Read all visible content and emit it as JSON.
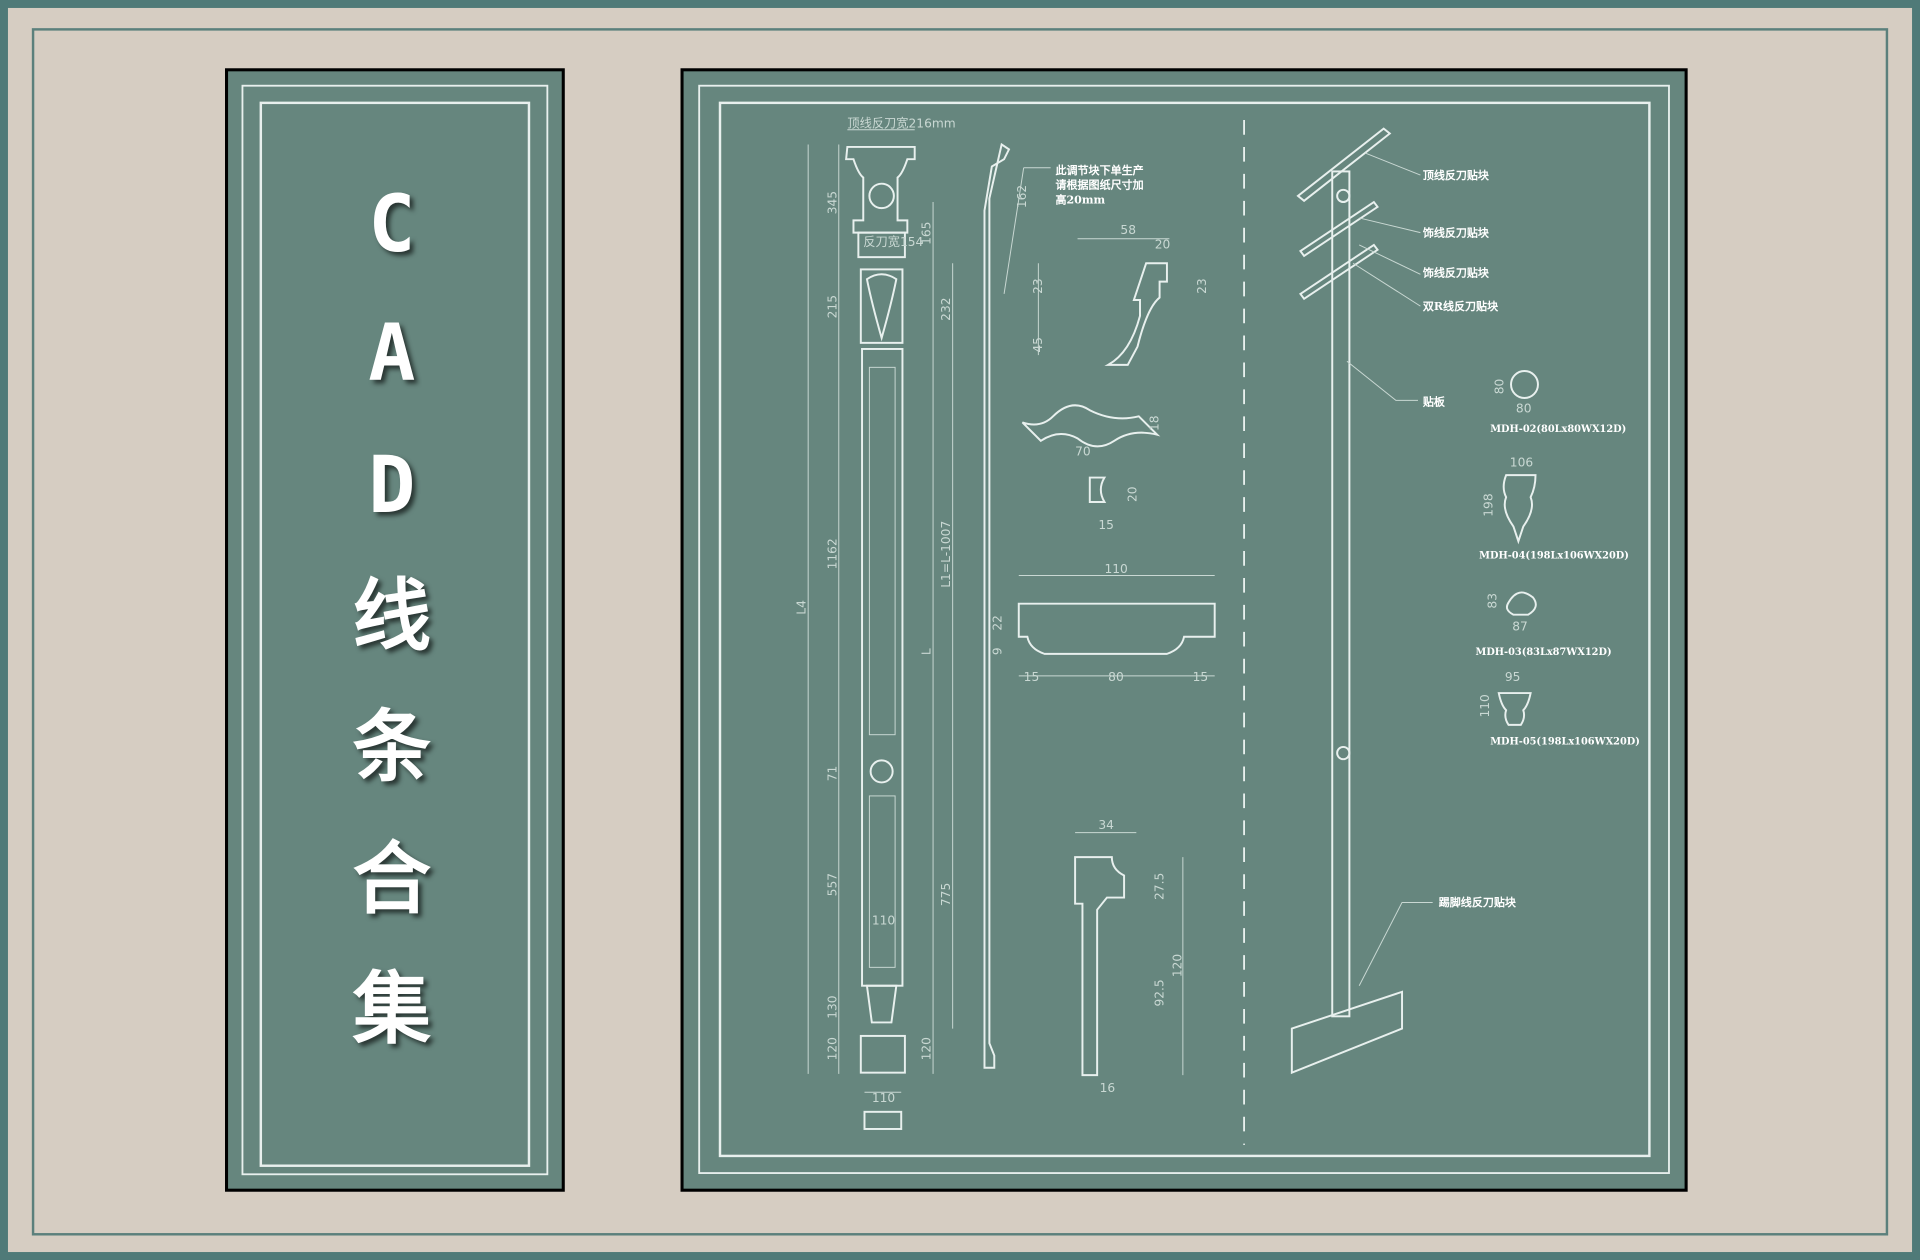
{
  "title_chars": [
    "C",
    "A",
    "D",
    "线",
    "条",
    "合",
    "集"
  ],
  "colors": {
    "background": "#d6cdc2",
    "panel": "#66867e",
    "frame": "#4f7a78",
    "line": "#e8f0ee"
  },
  "column_drawing": {
    "top_width": "顶线反刀宽216mm",
    "neck_width": "反刀宽154",
    "dims_left": [
      "345",
      "215",
      "1162",
      "71",
      "557",
      "130",
      "120",
      "L4"
    ],
    "dims_mid": [
      "165",
      "232",
      "L1=L-1007",
      "L",
      "775",
      "120"
    ],
    "inner_width": "110",
    "base_width": "110",
    "side_dim": "162",
    "note": [
      "此调节块下单生产",
      "请根据图纸尺寸加",
      "高20mm"
    ]
  },
  "profiles": {
    "crown": [
      "58",
      "20",
      "23",
      "23",
      "45"
    ],
    "wave": [
      "18",
      "70"
    ],
    "small": [
      "20",
      "15"
    ],
    "plate": [
      "110",
      "22",
      "9",
      "15",
      "80",
      "15"
    ],
    "base": [
      "34",
      "27.5",
      "120",
      "92.5",
      "16"
    ]
  },
  "callouts": [
    "顶线反刀贴块",
    "饰线反刀贴块",
    "饰线反刀贴块",
    "双R线反刀贴块",
    "贴板",
    "踢脚线反刀贴块"
  ],
  "ornaments": [
    {
      "w": "80",
      "h": "80",
      "label": "MDH-02(80Lx80WX12D)"
    },
    {
      "w": "106",
      "h": "198",
      "label": "MDH-04(198Lx106WX20D)"
    },
    {
      "w": "87",
      "h": "83",
      "label": "MDH-03(83Lx87WX12D)"
    },
    {
      "w": "95",
      "h": "110",
      "label": "MDH-05(198Lx106WX20D)"
    }
  ]
}
